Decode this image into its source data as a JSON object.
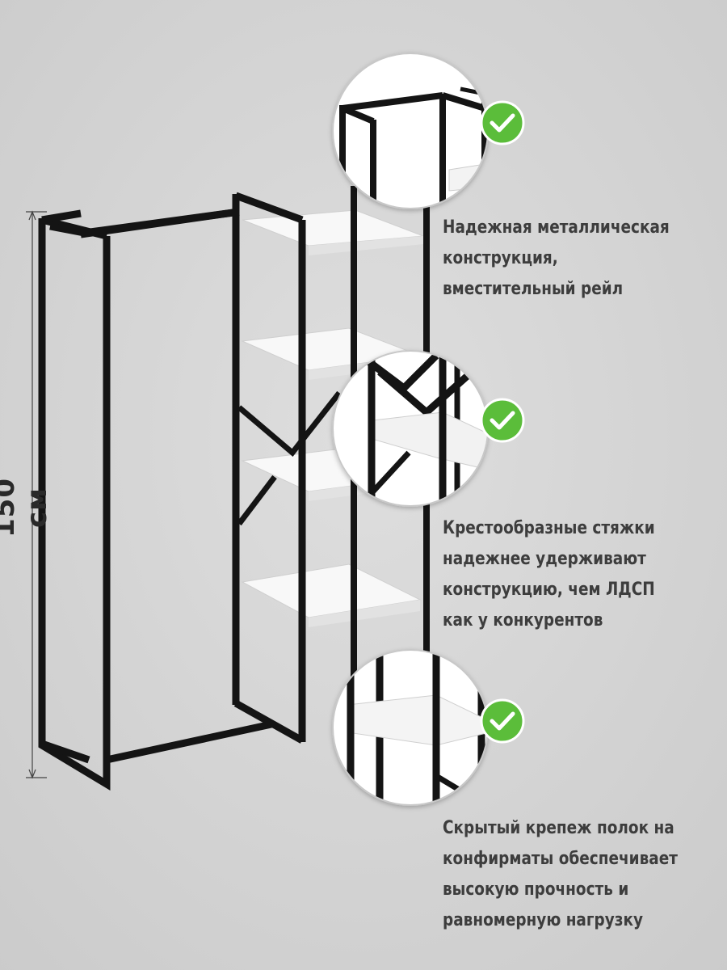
{
  "dimension": {
    "height_label": "150 см"
  },
  "features": [
    {
      "lines": [
        "Надежная металлическая",
        "конструкция,",
        "вместительный рейл"
      ],
      "check_icon": "check-circle-icon",
      "check_color": "#5bbd3a"
    },
    {
      "lines": [
        "Крестообразные стяжки",
        "надежнее удерживают",
        "конструкцию, чем ЛДСП",
        "как у конкурентов"
      ],
      "check_icon": "check-circle-icon",
      "check_color": "#5bbd3a"
    },
    {
      "lines": [
        "Скрытый крепеж полок на",
        "конфирматы обеспечивает",
        "высокую прочность и",
        "равномерную нагрузку"
      ],
      "check_icon": "check-circle-icon",
      "check_color": "#5bbd3a"
    }
  ],
  "colors": {
    "background": "#d5d5d5",
    "frame": "#141414",
    "shelf": "#f7f7f7",
    "text": "#3d3d3d"
  }
}
